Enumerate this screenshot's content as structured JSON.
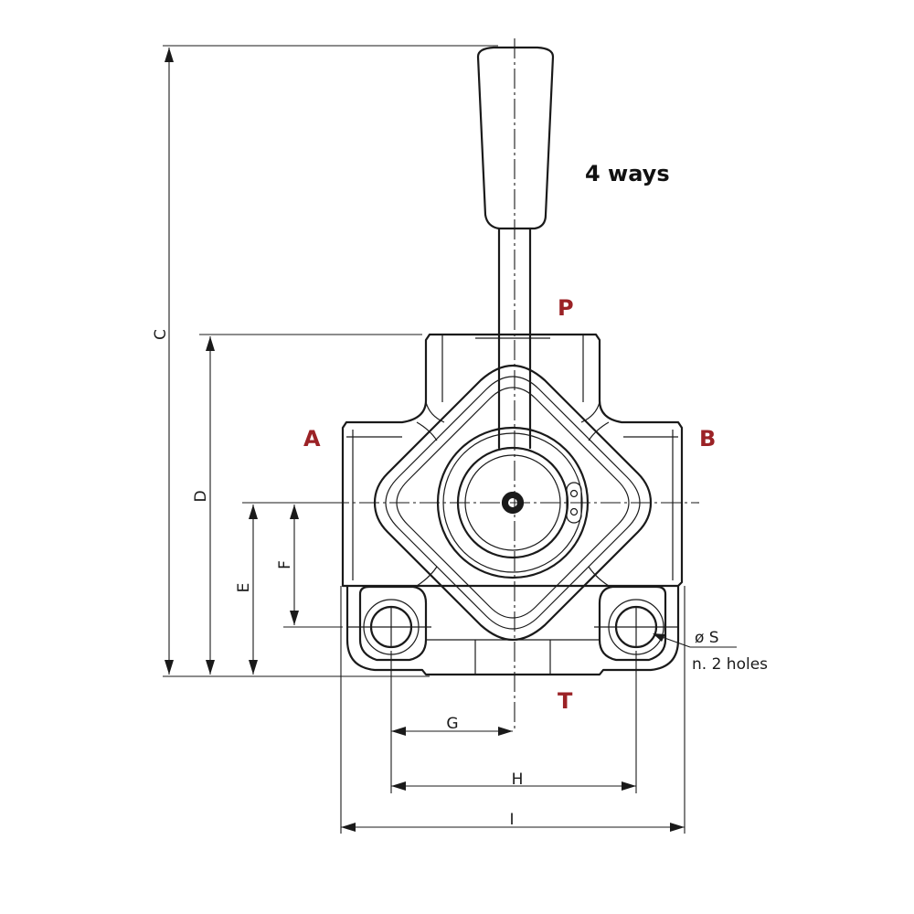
{
  "title": "4 ways",
  "colors": {
    "port_label": "#9b2226",
    "line": "#1a1a1a"
  },
  "ports": {
    "p": "P",
    "a": "A",
    "b": "B",
    "t": "T"
  },
  "dimensions": {
    "c": "C",
    "d": "D",
    "e": "E",
    "f": "F",
    "g": "G",
    "h": "H",
    "i": "I"
  },
  "hole_note": {
    "diameter": "ø S",
    "count": "n. 2 holes"
  }
}
